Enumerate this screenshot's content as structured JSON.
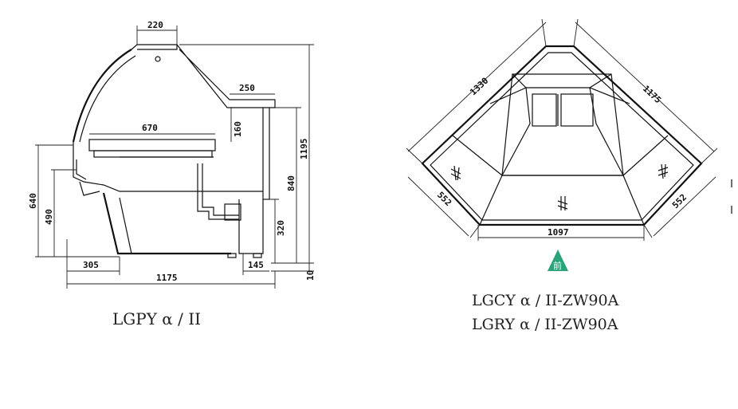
{
  "side_view": {
    "caption": "LGPY α / II",
    "dims": {
      "top_width": "220",
      "shelf_width": "670",
      "counter_width": "250",
      "counter_height": "160",
      "total_height": "1195",
      "work_height": "840",
      "left_height": "640",
      "left_inner_height": "490",
      "foot_height": "320",
      "bottom_offset": "10",
      "base_left": "305",
      "base_right": "145",
      "total_depth": "1175"
    }
  },
  "top_view": {
    "captions": [
      "LGCY α / II-ZW90A",
      "LGRY α / II-ZW90A"
    ],
    "dims": {
      "left_side": "1330",
      "right_side": "1175",
      "left_end": "552",
      "right_end": "552",
      "front_width": "1097"
    },
    "front_label": "前",
    "front_color": "#2aa37a"
  }
}
